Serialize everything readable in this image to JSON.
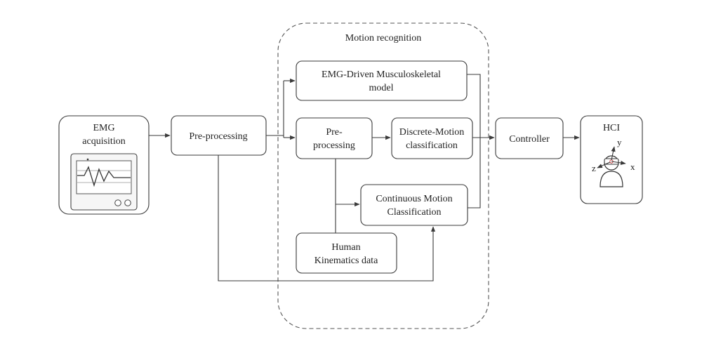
{
  "diagram": {
    "region_title": "Motion recognition",
    "nodes": {
      "emg_acquisition": [
        "EMG",
        "acquisition"
      ],
      "preprocessing_main": [
        "Pre-processing"
      ],
      "musculoskeletal": [
        "EMG-Driven Musculoskeletal",
        "model"
      ],
      "preprocessing_inner": [
        "Pre-",
        "processing"
      ],
      "discrete_motion": [
        "Discrete-Motion",
        "classification"
      ],
      "continuous_motion": [
        "Continuous Motion",
        "Classification"
      ],
      "human_kinematics": [
        "Human",
        "Kinematics data"
      ],
      "controller": [
        "Controller"
      ],
      "hci": [
        "HCI"
      ]
    },
    "hci_axes": {
      "x": "x",
      "y": "y",
      "z": "z"
    }
  }
}
